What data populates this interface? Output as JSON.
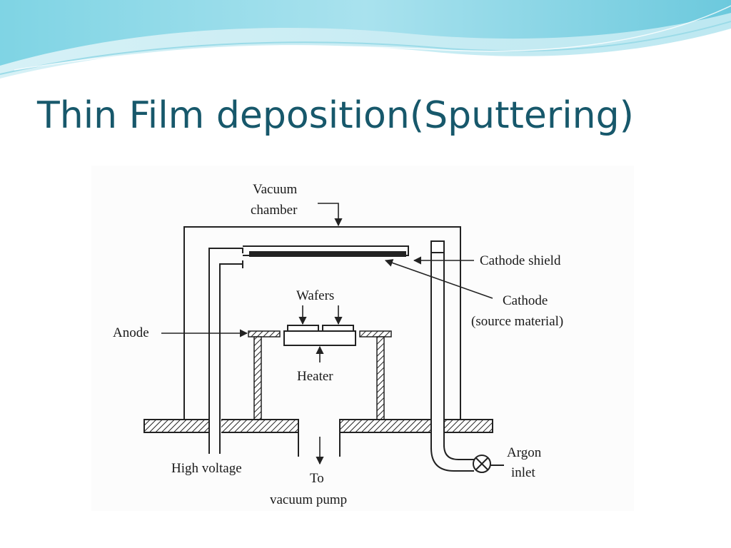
{
  "slide": {
    "title": "Thin Film deposition(Sputtering)"
  },
  "diagram": {
    "labels": {
      "vacuum_chamber_line1": "Vacuum",
      "vacuum_chamber_line2": "chamber",
      "cathode_shield": "Cathode shield",
      "cathode_line1": "Cathode",
      "cathode_line2": "(source material)",
      "wafers": "Wafers",
      "anode": "Anode",
      "heater": "Heater",
      "high_voltage": "High voltage",
      "to": "To",
      "vacuum_pump": "vacuum pump",
      "argon": "Argon",
      "inlet": "inlet"
    }
  },
  "theme": {
    "title_color": "#17586b",
    "banner_colors": [
      "#7dd3e3",
      "#bfe9f1",
      "#e8f7fa"
    ]
  }
}
